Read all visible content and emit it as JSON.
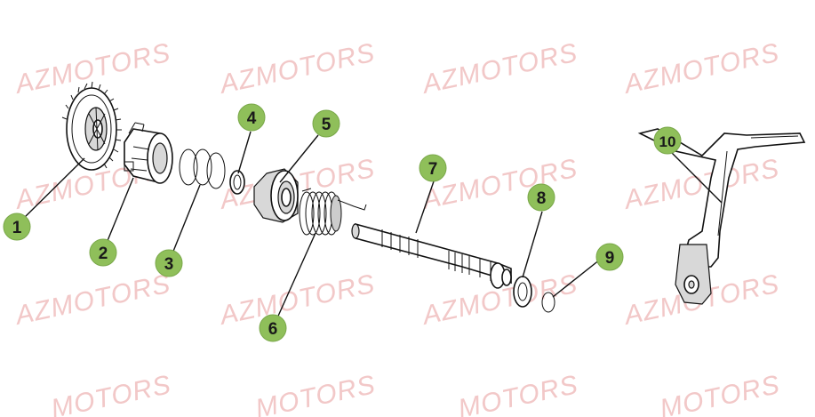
{
  "watermark": {
    "text": "AZMOTORS",
    "partial_text": "MOTORS"
  },
  "callouts": [
    {
      "id": "1",
      "label": "1"
    },
    {
      "id": "2",
      "label": "2"
    },
    {
      "id": "3",
      "label": "3"
    },
    {
      "id": "4",
      "label": "4"
    },
    {
      "id": "5",
      "label": "5"
    },
    {
      "id": "6",
      "label": "6"
    },
    {
      "id": "7",
      "label": "7"
    },
    {
      "id": "8",
      "label": "8"
    },
    {
      "id": "9",
      "label": "9"
    },
    {
      "id": "10",
      "label": "10"
    }
  ],
  "colors": {
    "badge": "#8fbf5a",
    "watermark": "#f2c8c8",
    "line": "#111111"
  }
}
